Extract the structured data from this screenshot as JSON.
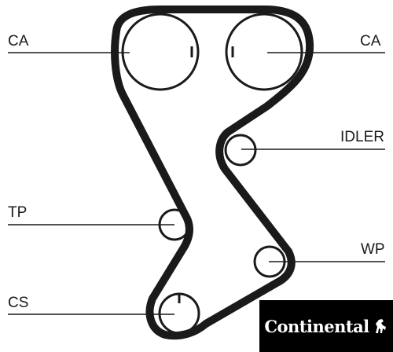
{
  "labels": {
    "ca_left": "CA",
    "ca_right": "CA",
    "idler": "IDLER",
    "tp": "TP",
    "wp": "WP",
    "cs": "CS"
  },
  "logo": {
    "brand": "Continental"
  },
  "colors": {
    "ink": "#1a1a1a",
    "logo_background": "#000000",
    "logo_text": "#ffffff"
  },
  "icons": {
    "logo_mark": "horse-icon"
  }
}
